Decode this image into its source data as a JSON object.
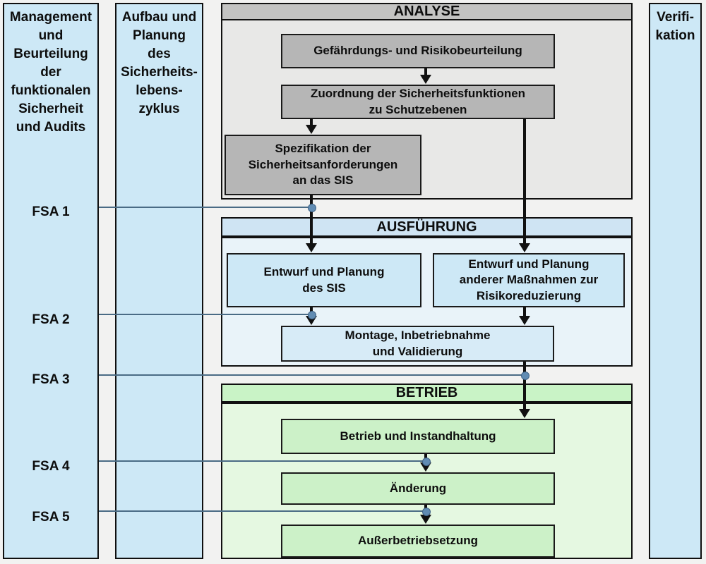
{
  "colors": {
    "column_blue": "#cde8f6",
    "analyse_header_gray": "#c3c3c2",
    "analyse_body_gray": "#e8e8e7",
    "analyse_node_gray": "#b6b6b6",
    "ausfuehrung_header_blue": "#cfe4f3",
    "ausfuehrung_body_blue": "#e9f3f9",
    "betrieb_header_green": "#c9f3c6",
    "betrieb_body_green": "#e5f8e1",
    "betrieb_node_green": "#ccf1c8",
    "connector_line_blue": "#4a6b85",
    "junction_dot_blue": "#618cb3",
    "arrow_black": "#111111"
  },
  "left_column": {
    "title": "Management\nund\nBeurteilung\nder\nfunktionalen\nSicherheit\nund Audits",
    "fsa_labels": [
      "FSA 1",
      "FSA 2",
      "FSA 3",
      "FSA 4",
      "FSA 5"
    ]
  },
  "planning_column": {
    "title": "Aufbau und\nPlanung\ndes\nSicherheits-\nlebens-\nzyklus"
  },
  "verification_column": {
    "title": "Verifi-\nkation"
  },
  "sections": {
    "analyse": {
      "title": "ANALYSE",
      "boxes": [
        {
          "label": "Gefährdungs- und Risikobeurteilung"
        },
        {
          "label": "Zuordnung der Sicherheitsfunktionen\nzu Schutzebenen"
        },
        {
          "label": "Spezifikation der\nSicherheitsanforderungen\nan das SIS"
        }
      ]
    },
    "ausfuehrung": {
      "title": "AUSFÜHRUNG",
      "boxes": [
        {
          "label": "Entwurf und Planung\ndes SIS"
        },
        {
          "label": "Entwurf und Planung\nanderer Maßnahmen zur\nRisikoreduzierung"
        },
        {
          "label": "Montage, Inbetriebnahme\nund Validierung"
        }
      ]
    },
    "betrieb": {
      "title": "BETRIEB",
      "boxes": [
        {
          "label": "Betrieb und Instandhaltung"
        },
        {
          "label": "Änderung"
        },
        {
          "label": "Außerbetriebsetzung"
        }
      ]
    }
  }
}
